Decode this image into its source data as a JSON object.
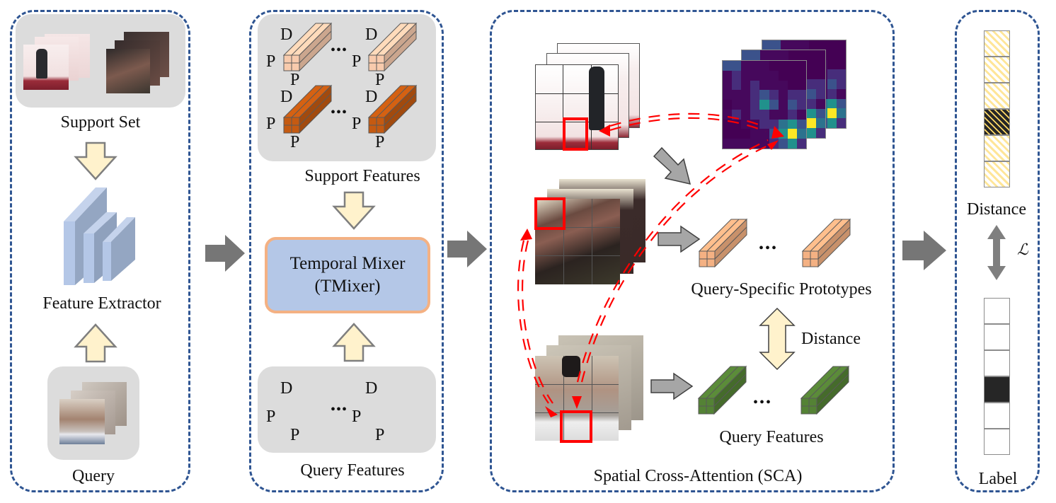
{
  "panels": {
    "extractor": {
      "support_label": "Support Set",
      "extractor_label": "Feature Extractor",
      "query_label": "Query"
    },
    "tmixer": {
      "support_features_label": "Support Features",
      "mixer_line1": "Temporal  Mixer",
      "mixer_line2": "(TMixer)",
      "query_features_label": "Query Features",
      "dim_D": "D",
      "dim_P": "P",
      "ellipsis": "•••"
    },
    "sca": {
      "title": "Spatial Cross-Attention (SCA)",
      "prototypes_label": "Query-Specific Prototypes",
      "query_features_label": "Query Features",
      "distance_label": "Distance",
      "ellipsis": "•••"
    },
    "output": {
      "distance_label": "Distance",
      "loss_symbol": "ℒ",
      "label_label": "Label",
      "distance_cells": [
        "light",
        "light",
        "light",
        "highlight",
        "light",
        "light"
      ],
      "label_cells": [
        0,
        0,
        0,
        1,
        0,
        0
      ]
    }
  },
  "colors": {
    "panel_border": "#2f5592",
    "arrow_cream": "#fff2cc",
    "arrow_gray": "#808080",
    "extractor_blue": "#b4c7e7",
    "support_light": "#f8cbad",
    "support_dark": "#c55a11",
    "prototype": "#f4b183",
    "query_green": "#548235",
    "attention_red": "#ff0000",
    "mixer_border": "#f4b183"
  }
}
